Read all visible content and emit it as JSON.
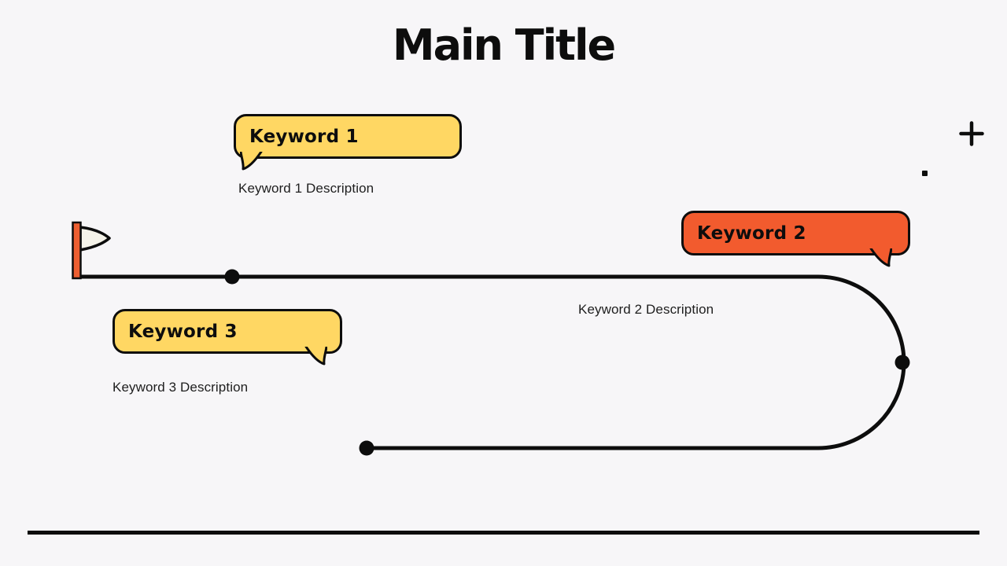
{
  "slide": {
    "title": "Main Title",
    "items": [
      {
        "keyword": "Keyword 1",
        "description": "Keyword 1 Description",
        "color": "#FFD763",
        "tail_side": "bottom-left"
      },
      {
        "keyword": "Keyword 2",
        "description": "Keyword 2 Description",
        "color": "#F25B2E",
        "tail_side": "bottom-right"
      },
      {
        "keyword": "Keyword 3",
        "description": "Keyword 3 Description",
        "color": "#FFD763",
        "tail_side": "bottom-right"
      }
    ],
    "icons": {
      "flag": "flag-icon",
      "plus": "plus-icon",
      "path_dots": "dot-marker"
    },
    "colors": {
      "background": "#F7F6F8",
      "yellow": "#FFD763",
      "orange": "#F25B2E",
      "line": "#0D0D0D",
      "flag_pole": "#EE5F31",
      "flag_pennant": "#F5F3E9"
    }
  }
}
